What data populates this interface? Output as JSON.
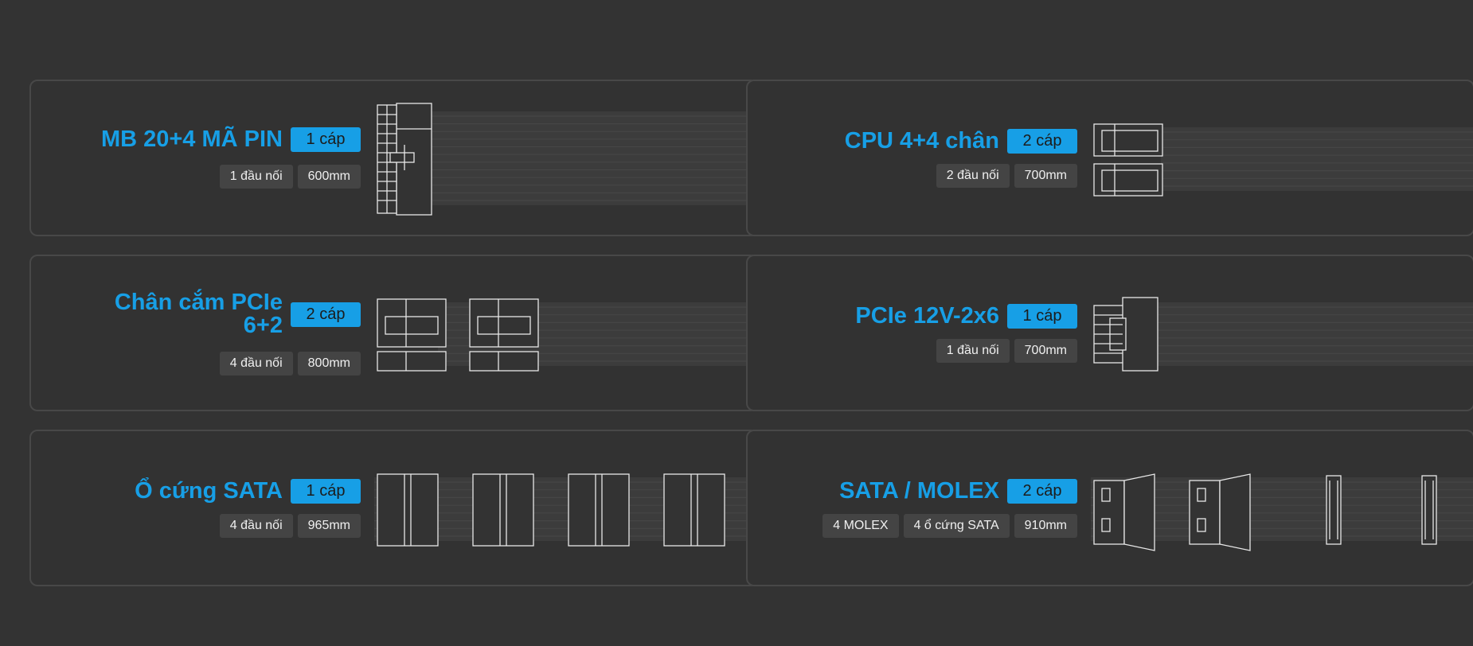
{
  "cards": [
    {
      "title": "MB 20+4 MÃ PIN",
      "badge": "1 cáp",
      "specs": [
        "1 đầu nối",
        "600mm"
      ],
      "icon": "atx-24pin-connector-icon"
    },
    {
      "title": "CPU 4+4 chân",
      "badge": "2 cáp",
      "specs": [
        "2 đầu nối",
        "700mm"
      ],
      "icon": "cpu-4plus4-connector-icon"
    },
    {
      "title_line1": "Chân cắm PCIe",
      "title_line2": "6+2",
      "badge": "2 cáp",
      "specs": [
        "4 đầu nối",
        "800mm"
      ],
      "icon": "pcie-6plus2-connector-icon"
    },
    {
      "title": "PCIe 12V-2x6",
      "badge": "1 cáp",
      "specs": [
        "1 đầu nối",
        "700mm"
      ],
      "icon": "pcie-12v-2x6-connector-icon"
    },
    {
      "title": "Ổ cứng SATA",
      "badge": "1 cáp",
      "specs": [
        "4 đầu nối",
        "965mm"
      ],
      "icon": "sata-connector-icon"
    },
    {
      "title": "SATA / MOLEX",
      "badge": "2 cáp",
      "specs": [
        "4 MOLEX",
        "4 ổ cứng SATA",
        "910mm"
      ],
      "icon": "molex-sata-connector-icon"
    }
  ],
  "colors": {
    "accent": "#179fe6",
    "background": "#333333",
    "card_border": "#484848",
    "chip": "#444444"
  }
}
